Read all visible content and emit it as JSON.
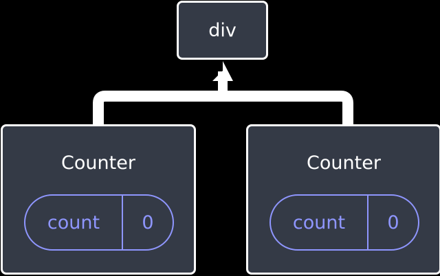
{
  "diagram": {
    "root": {
      "label": "div"
    },
    "children": [
      {
        "label": "Counter",
        "state": {
          "name": "count",
          "value": "0"
        }
      },
      {
        "label": "Counter",
        "state": {
          "name": "count",
          "value": "0"
        }
      }
    ]
  }
}
